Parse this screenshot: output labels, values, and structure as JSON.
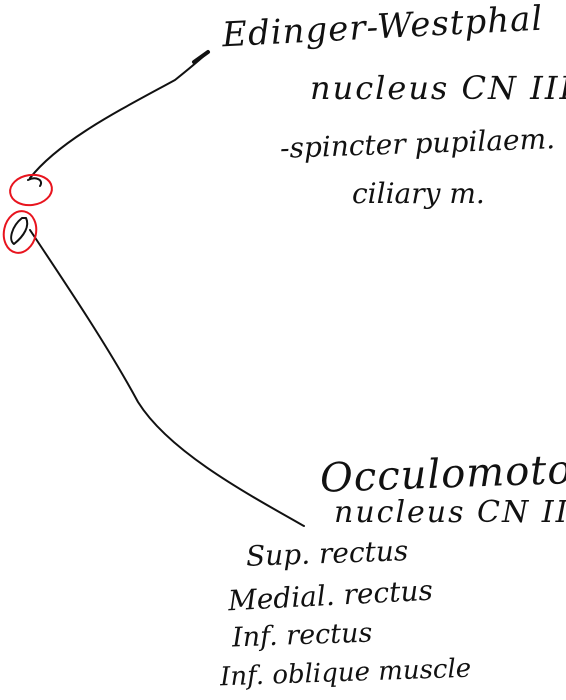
{
  "upper_nucleus": {
    "line1": "Edinger-Westphal",
    "line2": "nucleus CN III",
    "line3": "-spincter pupilaem.",
    "line4": "ciliary m."
  },
  "lower_nucleus": {
    "line1": "Occulomotor",
    "line2": "nucleus CN III"
  },
  "muscles": [
    "Sup. rectus",
    "Medial. rectus",
    "Inf. rectus",
    "Inf. oblique muscle"
  ],
  "colors": {
    "ink": "#111111",
    "circle": "#e8141e"
  }
}
